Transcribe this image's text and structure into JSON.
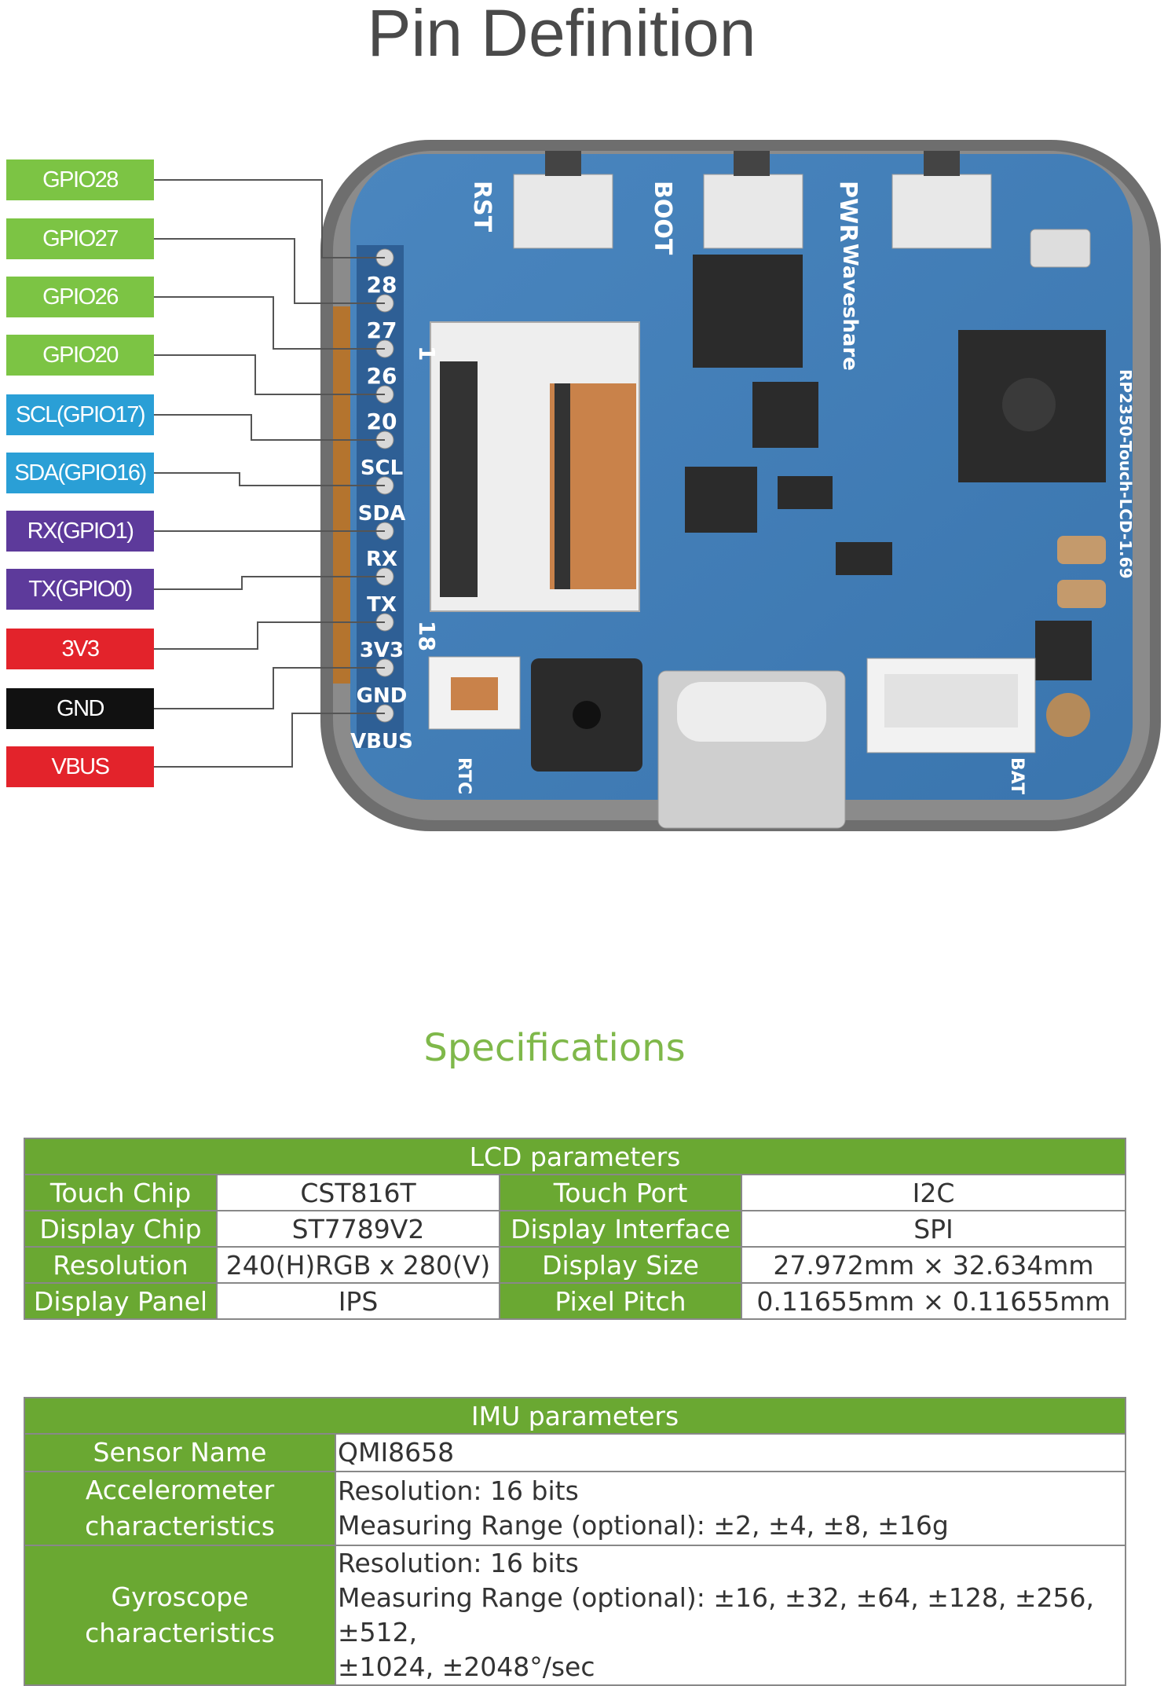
{
  "title": "Pin Definition",
  "pins": [
    {
      "label": "GPIO28",
      "color": "#7cc444"
    },
    {
      "label": "GPIO27",
      "color": "#7cc444"
    },
    {
      "label": "GPIO26",
      "color": "#7cc444"
    },
    {
      "label": "GPIO20",
      "color": "#7cc444"
    },
    {
      "label": "SCL(GPIO17)",
      "color": "#2a9fd6"
    },
    {
      "label": "SDA(GPIO16)",
      "color": "#2a9fd6"
    },
    {
      "label": "RX(GPIO1)",
      "color": "#5d3a9b"
    },
    {
      "label": "TX(GPIO0)",
      "color": "#5d3a9b"
    },
    {
      "label": "3V3",
      "color": "#e3232b"
    },
    {
      "label": "GND",
      "color": "#111111"
    },
    {
      "label": "VBUS",
      "color": "#e3232b"
    }
  ],
  "board": {
    "header_labels": [
      "28",
      "27",
      "26",
      "20",
      "SCL",
      "SDA",
      "RX",
      "TX",
      "3V3",
      "GND",
      "VBUS"
    ],
    "button_labels": [
      "RST",
      "BOOT",
      "PWR"
    ],
    "brand": "Waveshare",
    "model": "RP2350-Touch-LCD-1.69",
    "connector_labels": {
      "fpc_top": "1",
      "fpc_bottom": "18",
      "rtc": "RTC",
      "bat": "BAT"
    }
  },
  "specs": {
    "title": "Specifications",
    "lcd": {
      "header": "LCD parameters",
      "rows": [
        [
          "Touch Chip",
          "CST816T",
          "Touch Port",
          "I2C"
        ],
        [
          "Display Chip",
          "ST7789V2",
          "Display Interface",
          "SPI"
        ],
        [
          "Resolution",
          "240(H)RGB x 280(V)",
          "Display Size",
          "27.972mm × 32.634mm"
        ],
        [
          "Display Panel",
          "IPS",
          "Pixel Pitch",
          "0.11655mm × 0.11655mm"
        ]
      ]
    },
    "imu": {
      "header": "IMU parameters",
      "rows": [
        {
          "label": "Sensor Name",
          "lines": [
            "QMI8658"
          ]
        },
        {
          "label": "Accelerometer characteristics",
          "lines": [
            "Resolution: 16 bits",
            "Measuring Range (optional): ±2, ±4, ±8, ±16g"
          ]
        },
        {
          "label": "Gyroscope characteristics",
          "lines": [
            "Resolution: 16 bits",
            "Measuring Range (optional): ±16, ±32, ±64, ±128, ±256, ±512,",
            "±1024, ±2048°/sec"
          ]
        }
      ]
    }
  }
}
